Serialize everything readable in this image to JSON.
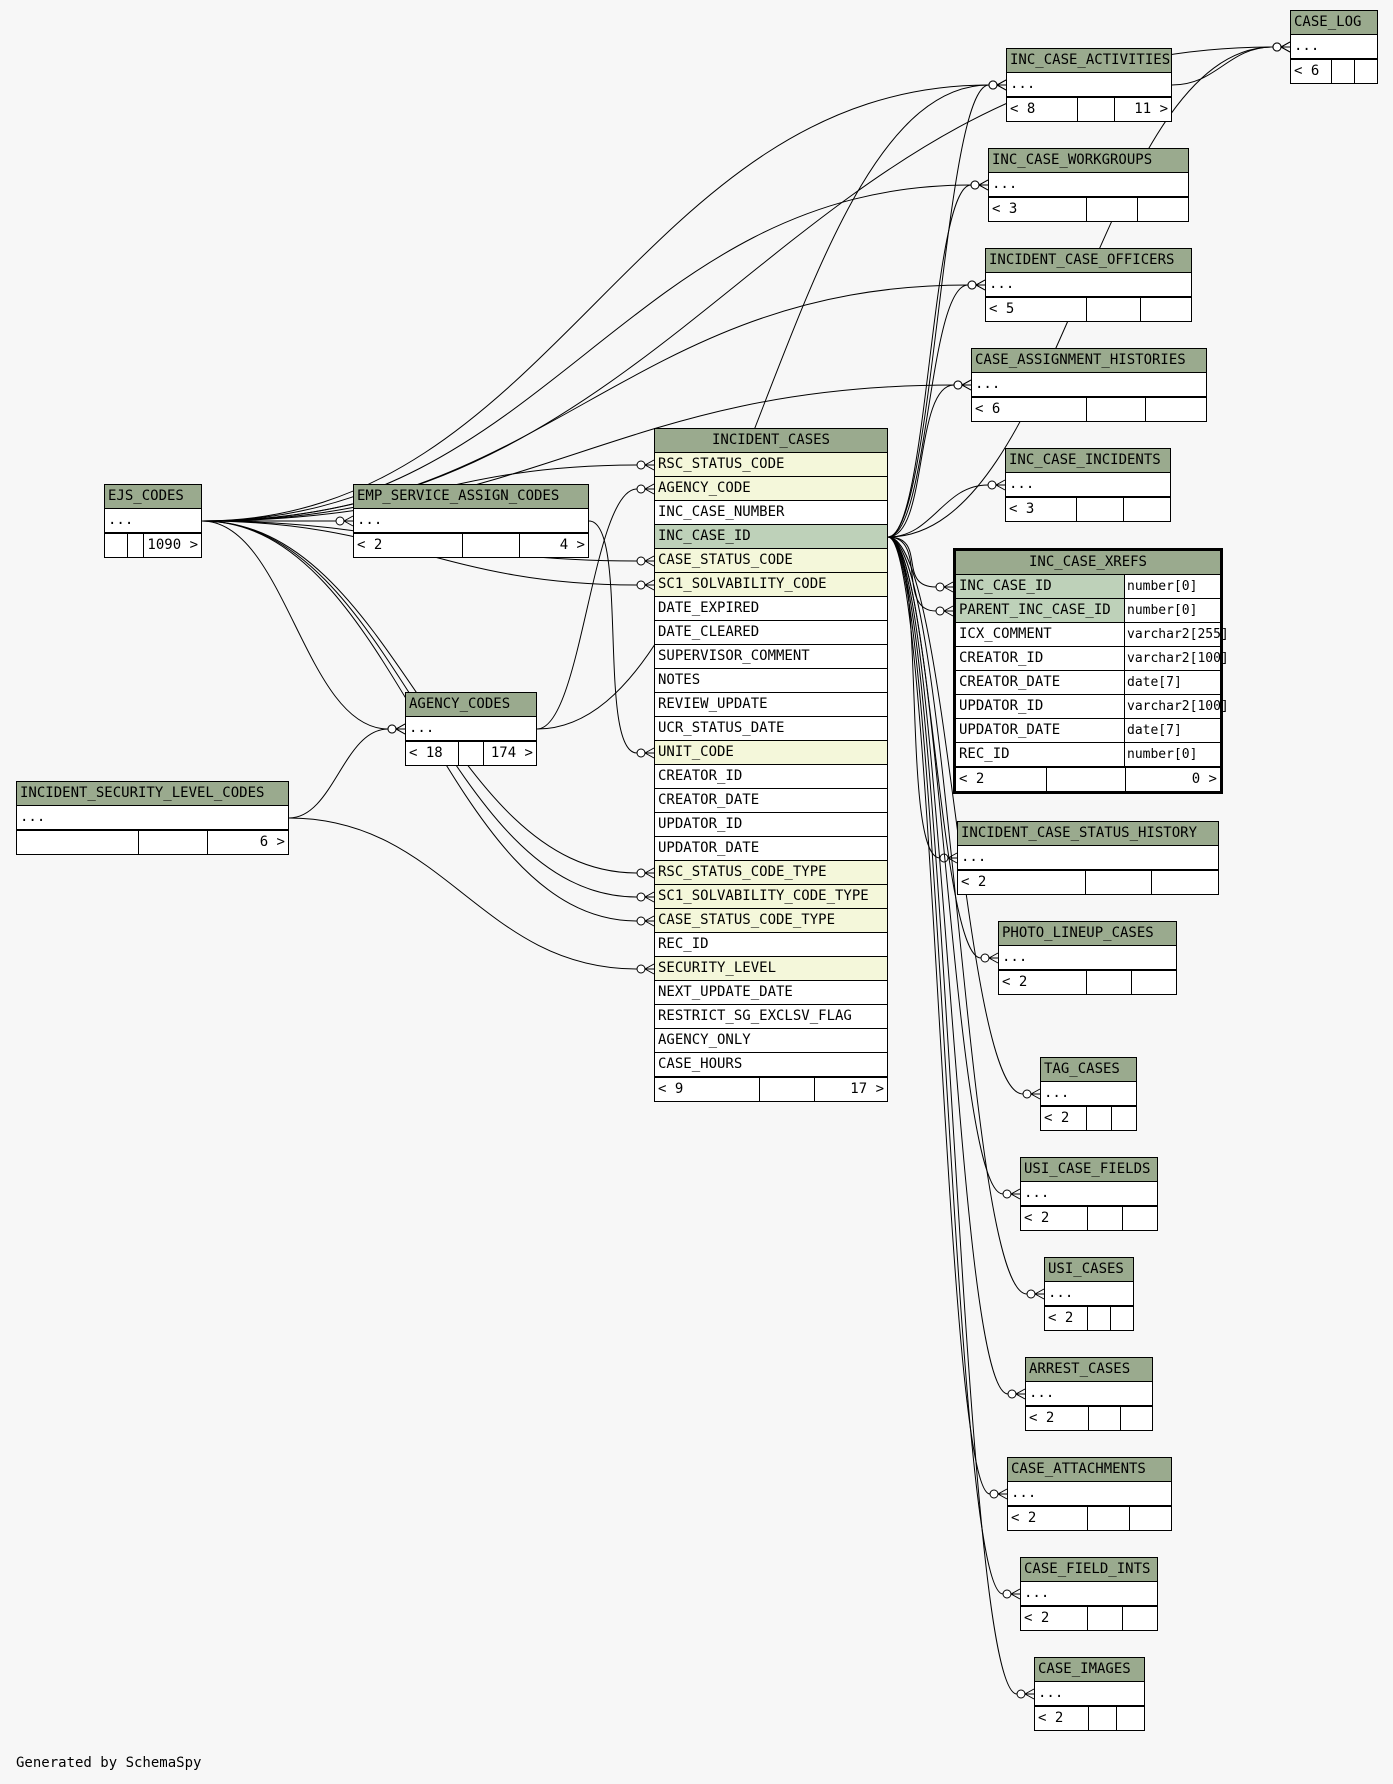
{
  "generated_by": "Generated by SchemaSpy",
  "ellipsis": "...",
  "tables": [
    {
      "id": "case_log",
      "name": "CASE_LOG",
      "rows": [
        {
          "name": "..."
        }
      ],
      "footer": {
        "left": "< 6",
        "right": ""
      }
    },
    {
      "id": "inc_case_activities",
      "name": "INC_CASE_ACTIVITIES",
      "rows": [
        {
          "name": "..."
        }
      ],
      "footer": {
        "left": "< 8",
        "right": "11 >"
      }
    },
    {
      "id": "inc_case_workgroups",
      "name": "INC_CASE_WORKGROUPS",
      "rows": [
        {
          "name": "..."
        }
      ],
      "footer": {
        "left": "< 3",
        "right": ""
      }
    },
    {
      "id": "incident_case_officers",
      "name": "INCIDENT_CASE_OFFICERS",
      "rows": [
        {
          "name": "..."
        }
      ],
      "footer": {
        "left": "< 5",
        "right": ""
      }
    },
    {
      "id": "case_assignment_histories",
      "name": "CASE_ASSIGNMENT_HISTORIES",
      "rows": [
        {
          "name": "..."
        }
      ],
      "footer": {
        "left": "< 6",
        "right": ""
      }
    },
    {
      "id": "inc_case_incidents",
      "name": "INC_CASE_INCIDENTS",
      "rows": [
        {
          "name": "..."
        }
      ],
      "footer": {
        "left": "< 3",
        "right": ""
      }
    },
    {
      "id": "inc_case_xrefs",
      "name": "INC_CASE_XREFS",
      "focus": true,
      "rows": [
        {
          "name": "INC_CASE_ID",
          "type": "number[0]",
          "kind": "pk"
        },
        {
          "name": "PARENT_INC_CASE_ID",
          "type": "number[0]",
          "kind": "pk"
        },
        {
          "name": "ICX_COMMENT",
          "type": "varchar2[255]"
        },
        {
          "name": "CREATOR_ID",
          "type": "varchar2[100]"
        },
        {
          "name": "CREATOR_DATE",
          "type": "date[7]"
        },
        {
          "name": "UPDATOR_ID",
          "type": "varchar2[100]"
        },
        {
          "name": "UPDATOR_DATE",
          "type": "date[7]"
        },
        {
          "name": "REC_ID",
          "type": "number[0]"
        }
      ],
      "footer": {
        "left": "< 2",
        "right": "0 >"
      }
    },
    {
      "id": "incident_case_status_history",
      "name": "INCIDENT_CASE_STATUS_HISTORY",
      "rows": [
        {
          "name": "..."
        }
      ],
      "footer": {
        "left": "< 2",
        "right": ""
      }
    },
    {
      "id": "photo_lineup_cases",
      "name": "PHOTO_LINEUP_CASES",
      "rows": [
        {
          "name": "..."
        }
      ],
      "footer": {
        "left": "< 2",
        "right": ""
      }
    },
    {
      "id": "tag_cases",
      "name": "TAG_CASES",
      "rows": [
        {
          "name": "..."
        }
      ],
      "footer": {
        "left": "< 2",
        "right": ""
      }
    },
    {
      "id": "usi_case_fields",
      "name": "USI_CASE_FIELDS",
      "rows": [
        {
          "name": "..."
        }
      ],
      "footer": {
        "left": "< 2",
        "right": ""
      }
    },
    {
      "id": "usi_cases",
      "name": "USI_CASES",
      "rows": [
        {
          "name": "..."
        }
      ],
      "footer": {
        "left": "< 2",
        "right": ""
      }
    },
    {
      "id": "arrest_cases",
      "name": "ARREST_CASES",
      "rows": [
        {
          "name": "..."
        }
      ],
      "footer": {
        "left": "< 2",
        "right": ""
      }
    },
    {
      "id": "case_attachments",
      "name": "CASE_ATTACHMENTS",
      "rows": [
        {
          "name": "..."
        }
      ],
      "footer": {
        "left": "< 2",
        "right": ""
      }
    },
    {
      "id": "case_field_ints",
      "name": "CASE_FIELD_INTS",
      "rows": [
        {
          "name": "..."
        }
      ],
      "footer": {
        "left": "< 2",
        "right": ""
      }
    },
    {
      "id": "case_images",
      "name": "CASE_IMAGES",
      "rows": [
        {
          "name": "..."
        }
      ],
      "footer": {
        "left": "< 2",
        "right": ""
      }
    },
    {
      "id": "ejs_codes",
      "name": "EJS_CODES",
      "rows": [
        {
          "name": "..."
        }
      ],
      "footer": {
        "left": "",
        "right": "1090 >"
      }
    },
    {
      "id": "emp_service_assign_codes",
      "name": "EMP_SERVICE_ASSIGN_CODES",
      "rows": [
        {
          "name": "..."
        }
      ],
      "footer": {
        "left": "< 2",
        "right": "4 >"
      }
    },
    {
      "id": "agency_codes",
      "name": "AGENCY_CODES",
      "rows": [
        {
          "name": "..."
        }
      ],
      "footer": {
        "left": "< 18",
        "right": "174 >"
      }
    },
    {
      "id": "incident_security_level_codes",
      "name": "INCIDENT_SECURITY_LEVEL_CODES",
      "rows": [
        {
          "name": "..."
        }
      ],
      "footer": {
        "left": "",
        "right": "6 >"
      }
    },
    {
      "id": "incident_cases",
      "name": "INCIDENT_CASES",
      "rows": [
        {
          "name": "RSC_STATUS_CODE",
          "kind": "fk"
        },
        {
          "name": "AGENCY_CODE",
          "kind": "fk"
        },
        {
          "name": "INC_CASE_NUMBER"
        },
        {
          "name": "INC_CASE_ID",
          "kind": "pk"
        },
        {
          "name": "CASE_STATUS_CODE",
          "kind": "fk"
        },
        {
          "name": "SC1_SOLVABILITY_CODE",
          "kind": "fk"
        },
        {
          "name": "DATE_EXPIRED"
        },
        {
          "name": "DATE_CLEARED"
        },
        {
          "name": "SUPERVISOR_COMMENT"
        },
        {
          "name": "NOTES"
        },
        {
          "name": "REVIEW_UPDATE"
        },
        {
          "name": "UCR_STATUS_DATE"
        },
        {
          "name": "UNIT_CODE",
          "kind": "fk"
        },
        {
          "name": "CREATOR_ID"
        },
        {
          "name": "CREATOR_DATE"
        },
        {
          "name": "UPDATOR_ID"
        },
        {
          "name": "UPDATOR_DATE"
        },
        {
          "name": "RSC_STATUS_CODE_TYPE",
          "kind": "fk"
        },
        {
          "name": "SC1_SOLVABILITY_CODE_TYPE",
          "kind": "fk"
        },
        {
          "name": "CASE_STATUS_CODE_TYPE",
          "kind": "fk"
        },
        {
          "name": "REC_ID"
        },
        {
          "name": "SECURITY_LEVEL",
          "kind": "fk"
        },
        {
          "name": "NEXT_UPDATE_DATE"
        },
        {
          "name": "RESTRICT_SG_EXCLSV_FLAG"
        },
        {
          "name": "AGENCY_ONLY"
        },
        {
          "name": "CASE_HOURS"
        }
      ],
      "footer": {
        "left": "< 9",
        "right": "17 >"
      }
    }
  ],
  "relationships": [
    {
      "parent": "ejs_codes",
      "child": "incident_cases",
      "column": "RSC_STATUS_CODE"
    },
    {
      "parent": "agency_codes",
      "child": "incident_cases",
      "column": "AGENCY_CODE"
    },
    {
      "parent": "ejs_codes",
      "child": "incident_cases",
      "column": "CASE_STATUS_CODE"
    },
    {
      "parent": "ejs_codes",
      "child": "incident_cases",
      "column": "SC1_SOLVABILITY_CODE"
    },
    {
      "parent": "emp_service_assign_codes",
      "child": "incident_cases",
      "column": "UNIT_CODE"
    },
    {
      "parent": "ejs_codes",
      "child": "incident_cases",
      "column": "RSC_STATUS_CODE_TYPE"
    },
    {
      "parent": "ejs_codes",
      "child": "incident_cases",
      "column": "SC1_SOLVABILITY_CODE_TYPE"
    },
    {
      "parent": "ejs_codes",
      "child": "incident_cases",
      "column": "CASE_STATUS_CODE_TYPE"
    },
    {
      "parent": "incident_security_level_codes",
      "child": "incident_cases",
      "column": "SECURITY_LEVEL"
    },
    {
      "parent": "ejs_codes",
      "child": "emp_service_assign_codes"
    },
    {
      "parent": "ejs_codes",
      "child": "agency_codes"
    },
    {
      "parent": "incident_security_level_codes",
      "child": "agency_codes"
    },
    {
      "parent": "ejs_codes",
      "child": "case_log"
    },
    {
      "parent": "ejs_codes",
      "child": "inc_case_activities"
    },
    {
      "parent": "ejs_codes",
      "child": "inc_case_workgroups"
    },
    {
      "parent": "ejs_codes",
      "child": "incident_case_officers"
    },
    {
      "parent": "ejs_codes",
      "child": "case_assignment_histories"
    },
    {
      "parent": "agency_codes",
      "child": "inc_case_activities"
    },
    {
      "parent": "inc_case_activities",
      "child": "case_log"
    },
    {
      "parent": "incident_cases",
      "child": "case_log"
    },
    {
      "parent": "incident_cases",
      "child": "inc_case_activities"
    },
    {
      "parent": "incident_cases",
      "child": "inc_case_workgroups"
    },
    {
      "parent": "incident_cases",
      "child": "incident_case_officers"
    },
    {
      "parent": "incident_cases",
      "child": "case_assignment_histories"
    },
    {
      "parent": "incident_cases",
      "child": "inc_case_incidents"
    },
    {
      "parent": "incident_cases",
      "child": "inc_case_xrefs",
      "column": "INC_CASE_ID"
    },
    {
      "parent": "incident_cases",
      "child": "inc_case_xrefs",
      "column": "PARENT_INC_CASE_ID"
    },
    {
      "parent": "incident_cases",
      "child": "incident_case_status_history"
    },
    {
      "parent": "incident_cases",
      "child": "photo_lineup_cases"
    },
    {
      "parent": "incident_cases",
      "child": "tag_cases"
    },
    {
      "parent": "incident_cases",
      "child": "usi_case_fields"
    },
    {
      "parent": "incident_cases",
      "child": "usi_cases"
    },
    {
      "parent": "incident_cases",
      "child": "arrest_cases"
    },
    {
      "parent": "incident_cases",
      "child": "case_attachments"
    },
    {
      "parent": "incident_cases",
      "child": "case_field_ints"
    },
    {
      "parent": "incident_cases",
      "child": "case_images"
    }
  ]
}
